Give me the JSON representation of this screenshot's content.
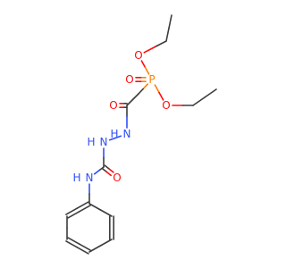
{
  "molecule": {
    "atoms": [
      {
        "id": "C1",
        "label": "",
        "color": "#3d3d3d"
      },
      {
        "id": "C2",
        "label": "",
        "color": "#3d3d3d"
      },
      {
        "id": "O1",
        "label": "O",
        "color": "#ff0d0d"
      },
      {
        "id": "P1",
        "label": "P",
        "color": "#ff8000"
      },
      {
        "id": "O2",
        "label": "O",
        "color": "#ff0d0d"
      },
      {
        "id": "O3",
        "label": "O",
        "color": "#ff0d0d"
      },
      {
        "id": "C3",
        "label": "",
        "color": "#3d3d3d"
      },
      {
        "id": "C4",
        "label": "",
        "color": "#3d3d3d"
      },
      {
        "id": "C5",
        "label": "",
        "color": "#3d3d3d"
      },
      {
        "id": "C6",
        "label": "",
        "color": "#3d3d3d"
      },
      {
        "id": "C7",
        "label": "",
        "color": "#3d3d3d"
      },
      {
        "id": "O4",
        "label": "O",
        "color": "#ff0d0d"
      },
      {
        "id": "N1",
        "label": "N",
        "color": "#3050f8"
      },
      {
        "id": "N2",
        "label": "N",
        "color": "#3050f8"
      },
      {
        "id": "C8",
        "label": "",
        "color": "#3d3d3d"
      },
      {
        "id": "O5",
        "label": "O",
        "color": "#ff0d0d"
      },
      {
        "id": "N3",
        "label": "N",
        "color": "#3050f8"
      },
      {
        "id": "C9",
        "label": "",
        "color": "#3d3d3d"
      },
      {
        "id": "C10",
        "label": "",
        "color": "#3d3d3d"
      },
      {
        "id": "C11",
        "label": "",
        "color": "#3d3d3d"
      },
      {
        "id": "C12",
        "label": "",
        "color": "#3d3d3d"
      },
      {
        "id": "C13",
        "label": "",
        "color": "#3d3d3d"
      },
      {
        "id": "C14",
        "label": "",
        "color": "#3d3d3d"
      }
    ],
    "hydrogen_labels": [
      {
        "atom": "N1",
        "text": "H"
      },
      {
        "atom": "N2",
        "text": "H"
      },
      {
        "atom": "N3",
        "text": "H"
      }
    ],
    "bonds": [
      {
        "a": "C1",
        "b": "C2",
        "order": 1
      },
      {
        "a": "C2",
        "b": "O1",
        "order": 1
      },
      {
        "a": "O1",
        "b": "P1",
        "order": 1
      },
      {
        "a": "P1",
        "b": "O2",
        "order": 2
      },
      {
        "a": "P1",
        "b": "O3",
        "order": 1
      },
      {
        "a": "O3",
        "b": "C3",
        "order": 1
      },
      {
        "a": "C3",
        "b": "C4",
        "order": 1
      },
      {
        "a": "P1",
        "b": "C5",
        "order": 1
      },
      {
        "a": "C5",
        "b": "C6",
        "order": 1
      },
      {
        "a": "C6",
        "b": "O4",
        "order": 2
      },
      {
        "a": "C6",
        "b": "N1",
        "order": 1
      },
      {
        "a": "N1",
        "b": "N2",
        "order": 1
      },
      {
        "a": "N2",
        "b": "C8",
        "order": 1
      },
      {
        "a": "C8",
        "b": "O5",
        "order": 2
      },
      {
        "a": "C8",
        "b": "N3",
        "order": 1
      },
      {
        "a": "N3",
        "b": "C9",
        "order": 1
      },
      {
        "a": "C9",
        "b": "C10",
        "order": 2
      },
      {
        "a": "C10",
        "b": "C11",
        "order": 1
      },
      {
        "a": "C11",
        "b": "C12",
        "order": 2
      },
      {
        "a": "C12",
        "b": "C13",
        "order": 1
      },
      {
        "a": "C13",
        "b": "C14",
        "order": 2
      },
      {
        "a": "C14",
        "b": "C9",
        "order": 1
      }
    ]
  }
}
